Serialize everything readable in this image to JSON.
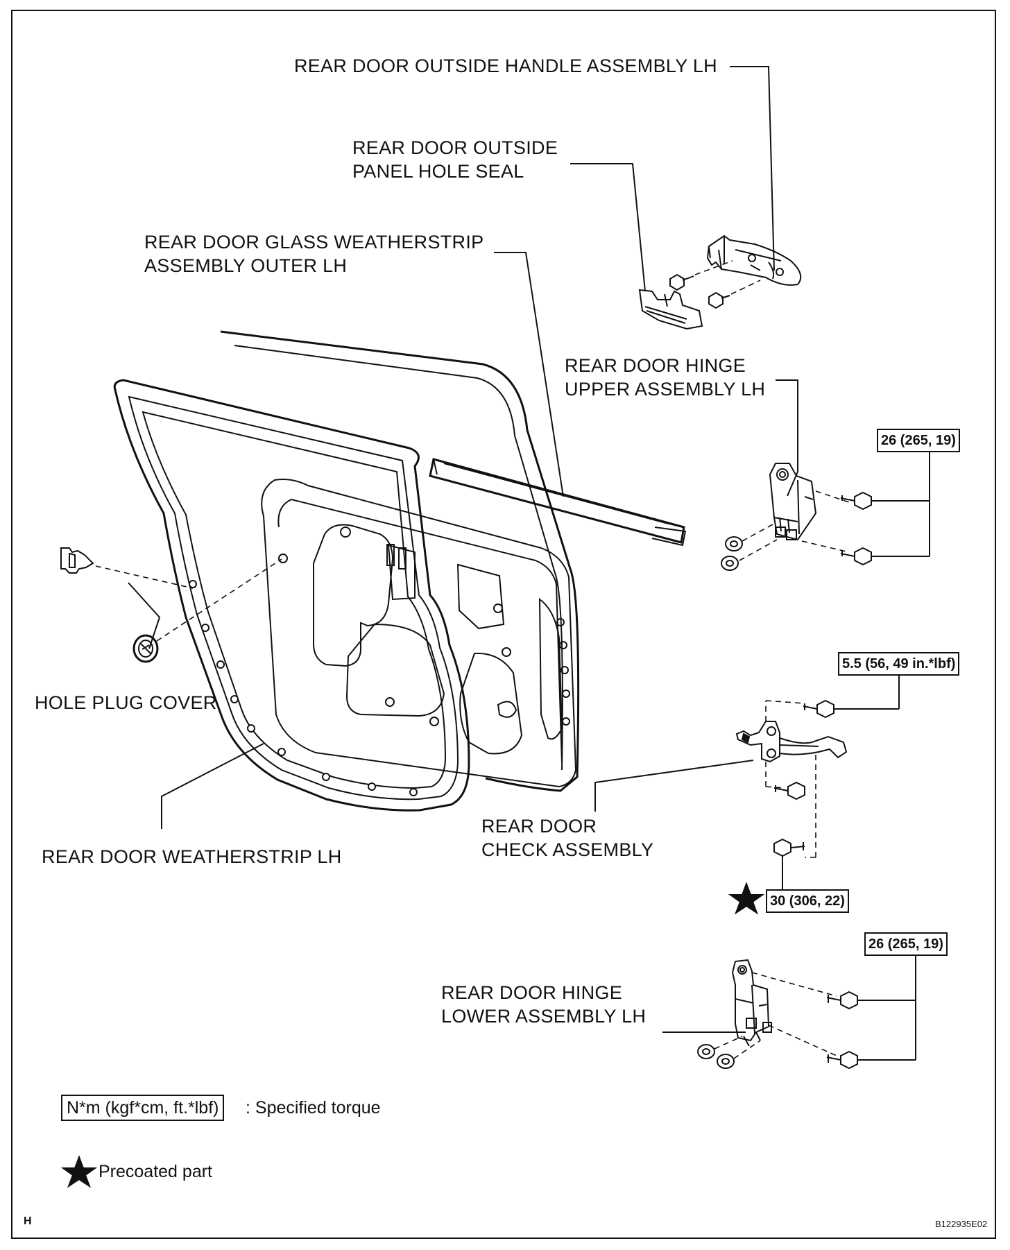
{
  "labels": {
    "outside_handle": "REAR DOOR OUTSIDE HANDLE ASSEMBLY LH",
    "panel_hole_seal": "REAR DOOR OUTSIDE\nPANEL HOLE SEAL",
    "glass_weatherstrip": "REAR DOOR GLASS WEATHERSTRIP\nASSEMBLY OUTER LH",
    "hinge_upper": "REAR DOOR HINGE\nUPPER ASSEMBLY LH",
    "hole_plug_cover": "HOLE PLUG COVER",
    "door_weatherstrip": "REAR DOOR WEATHERSTRIP LH",
    "check_assembly": "REAR DOOR\nCHECK ASSEMBLY",
    "hinge_lower": "REAR DOOR HINGE\nLOWER ASSEMBLY LH"
  },
  "torques": {
    "hinge_upper": "26 (265, 19)",
    "check_upper": "5.5 (56, 49 in.*lbf)",
    "check_lower": "30 (306, 22)",
    "hinge_lower": "26 (265, 19)"
  },
  "legend": {
    "torque_unit_box": "N*m (kgf*cm, ft.*lbf)",
    "torque_desc": ": Specified torque",
    "precoat_desc": "Precoated part"
  },
  "footer": {
    "section_letter": "H",
    "figure_code": "B122935E02"
  }
}
